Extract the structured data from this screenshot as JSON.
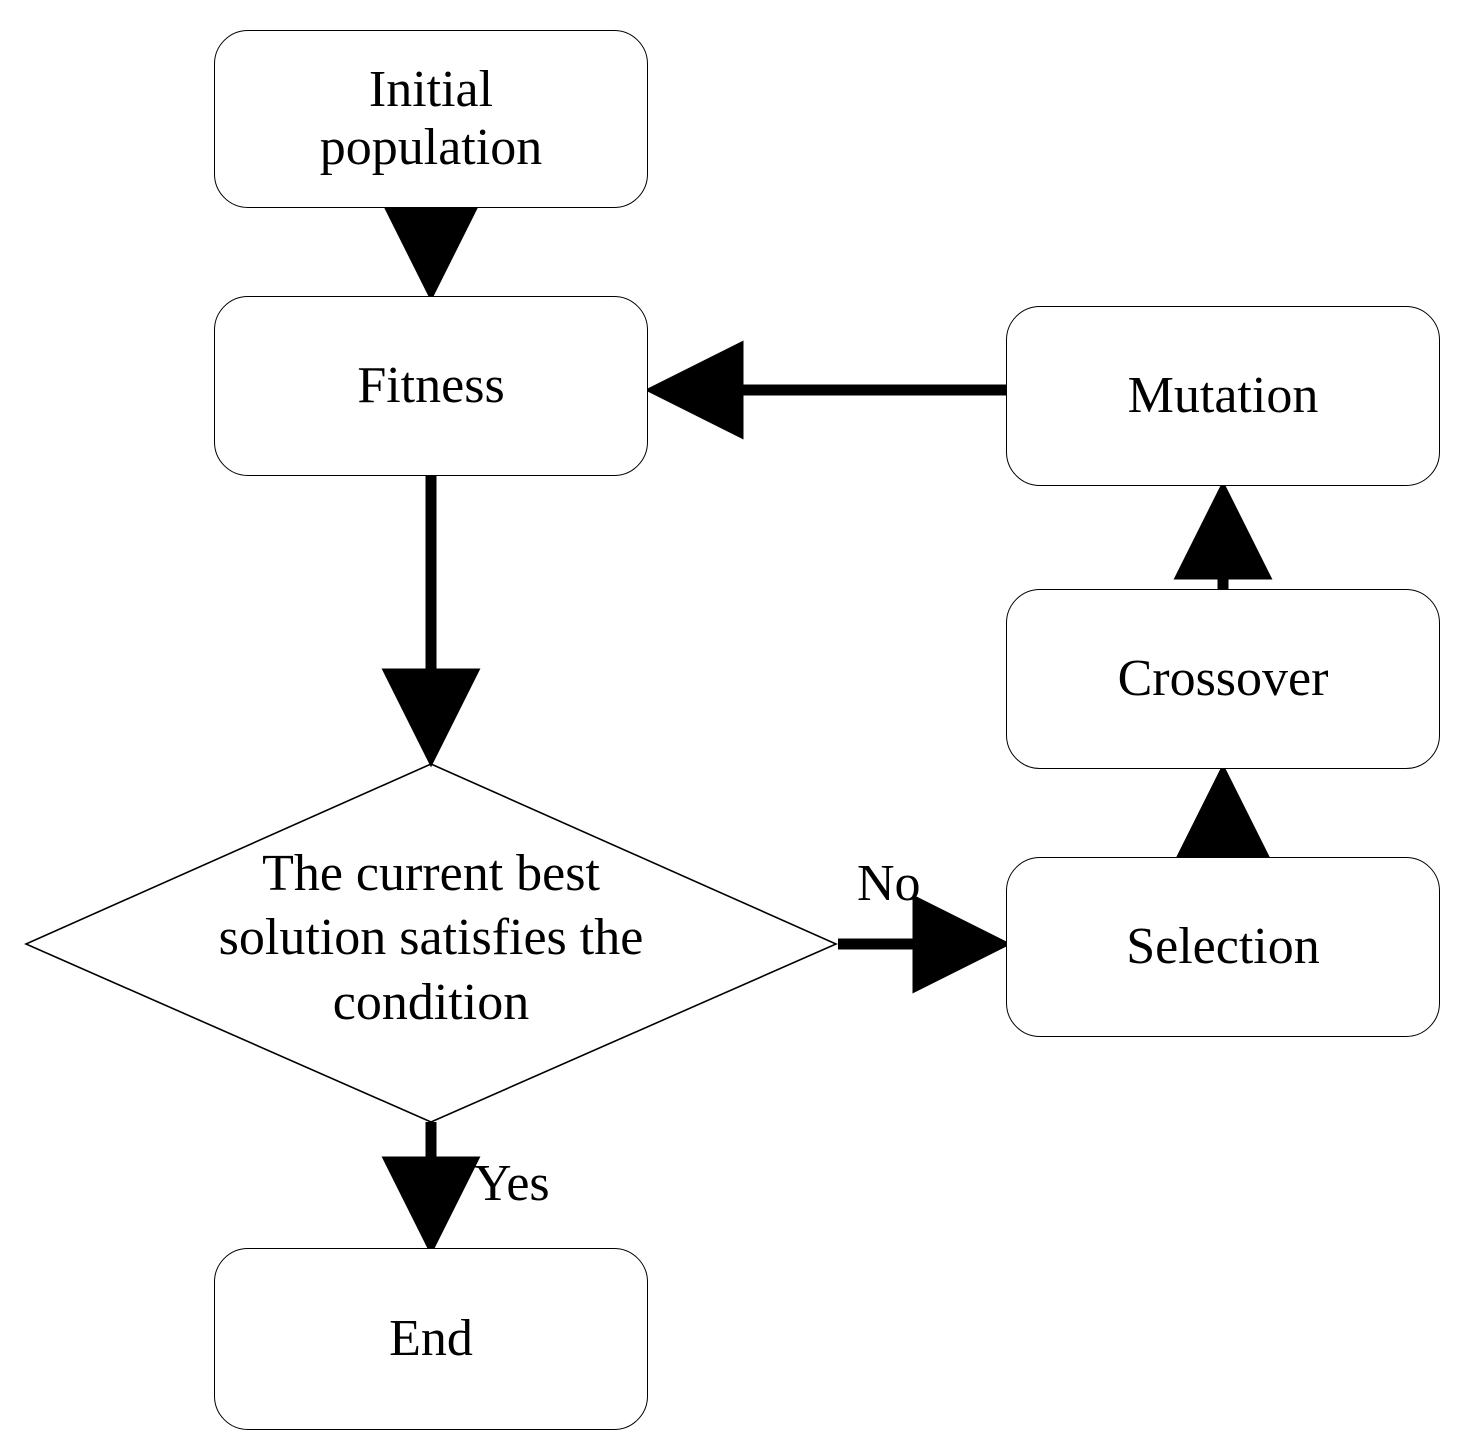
{
  "diagram": {
    "title": "Genetic algorithm flowchart",
    "background_color": "#ffffff",
    "stroke_color": "#000000",
    "nodes": [
      {
        "id": "initial-population",
        "shape": "rounded-rect",
        "label": "Initial\npopulation"
      },
      {
        "id": "fitness",
        "shape": "rounded-rect",
        "label": "Fitness"
      },
      {
        "id": "decision",
        "shape": "diamond",
        "label": "The current best\nsolution satisfies the\ncondition"
      },
      {
        "id": "end",
        "shape": "rounded-rect",
        "label": "End"
      },
      {
        "id": "mutation",
        "shape": "rounded-rect",
        "label": "Mutation"
      },
      {
        "id": "crossover",
        "shape": "rounded-rect",
        "label": "Crossover"
      },
      {
        "id": "selection",
        "shape": "rounded-rect",
        "label": "Selection"
      }
    ],
    "edge_labels": {
      "no": "No",
      "yes": "Yes"
    },
    "edges": [
      {
        "from": "initial-population",
        "to": "fitness",
        "label": ""
      },
      {
        "from": "fitness",
        "to": "decision",
        "label": ""
      },
      {
        "from": "decision",
        "to": "selection",
        "label": "No"
      },
      {
        "from": "decision",
        "to": "end",
        "label": "Yes"
      },
      {
        "from": "selection",
        "to": "crossover",
        "label": ""
      },
      {
        "from": "crossover",
        "to": "mutation",
        "label": ""
      },
      {
        "from": "mutation",
        "to": "fitness",
        "label": ""
      }
    ]
  }
}
